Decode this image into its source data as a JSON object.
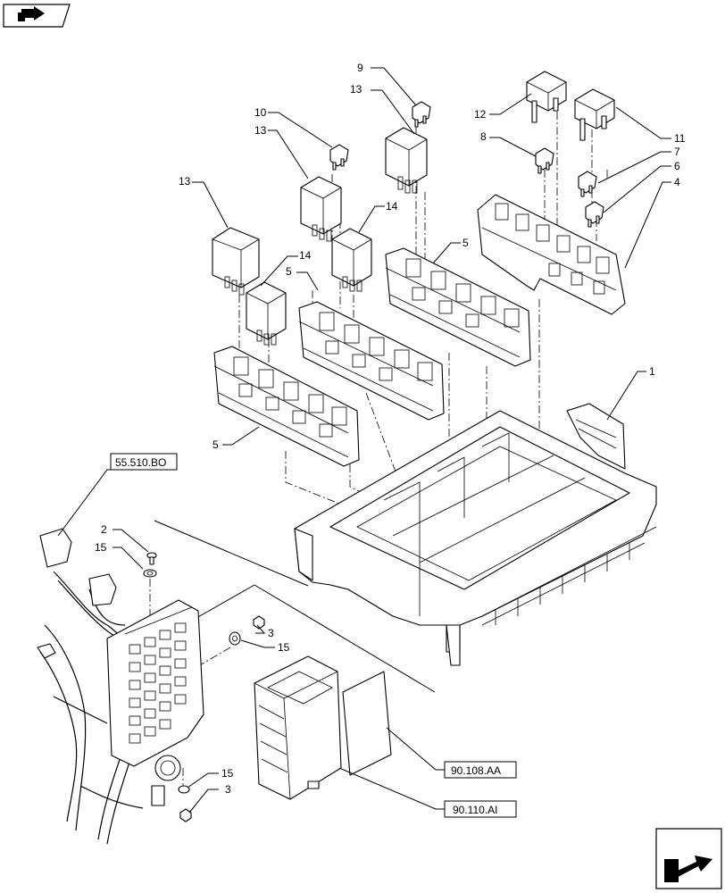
{
  "callouts": {
    "c1": "1",
    "c2": "2",
    "c3a": "3",
    "c3b": "3",
    "c4": "4",
    "c5a": "5",
    "c5b": "5",
    "c5c": "5",
    "c6": "6",
    "c7": "7",
    "c8": "8",
    "c9": "9",
    "c10": "10",
    "c11": "11",
    "c12": "12",
    "c13a": "13",
    "c13b": "13",
    "c13c": "13",
    "c14a": "14",
    "c14b": "14",
    "c15a": "15",
    "c15b": "15",
    "c15c": "15"
  },
  "references": {
    "harness": "55.510.BO",
    "module_a": "90.108.AA",
    "module_b": "90.110.AI"
  },
  "icons": {
    "top_left": "back-arrow-icon",
    "bottom_right": "next-arrow-icon"
  }
}
